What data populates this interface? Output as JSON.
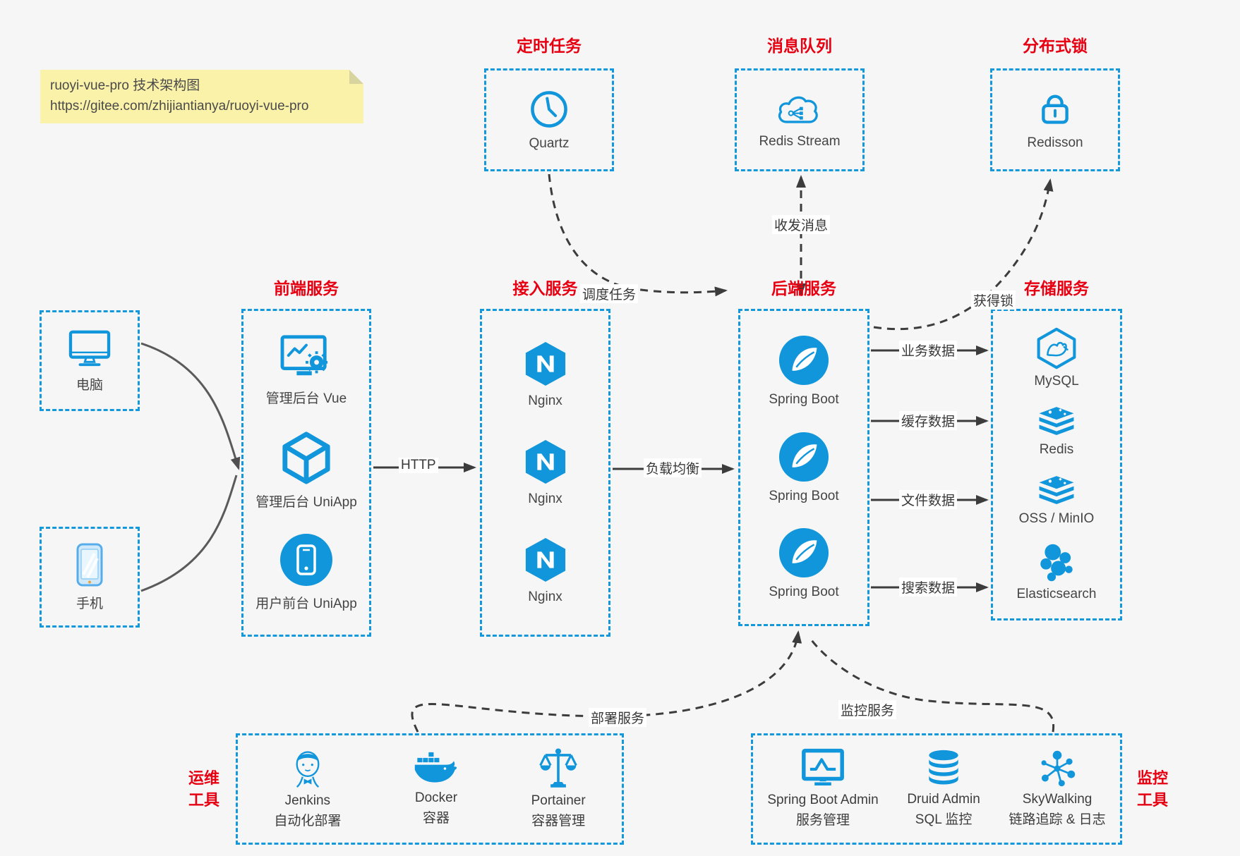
{
  "note": {
    "line1": "ruoyi-vue-pro 技术架构图",
    "line2": "https://gitee.com/zhijiantianya/ruoyi-vue-pro"
  },
  "colors": {
    "accent_blue": "#1296db",
    "title_red": "#e60012",
    "note_yellow": "#fbf2aa",
    "arrow_dark": "#3c3c3c"
  },
  "scheduled": {
    "title": "定时任务",
    "item": "Quartz"
  },
  "mq": {
    "title": "消息队列",
    "item": "Redis Stream"
  },
  "dist_lock": {
    "title": "分布式锁",
    "item": "Redisson"
  },
  "clients": {
    "pc": "电脑",
    "mobile": "手机"
  },
  "frontend": {
    "title": "前端服务",
    "items": [
      {
        "label": "管理后台 Vue"
      },
      {
        "label": "管理后台 UniApp"
      },
      {
        "label": "用户前台 UniApp"
      }
    ]
  },
  "gateway": {
    "title": "接入服务",
    "items": [
      {
        "label": "Nginx"
      },
      {
        "label": "Nginx"
      },
      {
        "label": "Nginx"
      }
    ]
  },
  "backend": {
    "title": "后端服务",
    "items": [
      {
        "label": "Spring Boot"
      },
      {
        "label": "Spring Boot"
      },
      {
        "label": "Spring Boot"
      }
    ]
  },
  "storage": {
    "title": "存储服务",
    "items": [
      {
        "label": "MySQL"
      },
      {
        "label": "Redis"
      },
      {
        "label": "OSS / MinIO"
      },
      {
        "label": "Elasticsearch"
      }
    ]
  },
  "ops": {
    "side_line1": "运维",
    "side_line2": "工具",
    "items": [
      {
        "name": "Jenkins",
        "desc": "自动化部署"
      },
      {
        "name": "Docker",
        "desc": "容器"
      },
      {
        "name": "Portainer",
        "desc": "容器管理"
      }
    ]
  },
  "monitoring": {
    "side_line1": "监控",
    "side_line2": "工具",
    "items": [
      {
        "name": "Spring Boot Admin",
        "desc": "服务管理"
      },
      {
        "name": "Druid Admin",
        "desc": "SQL 监控"
      },
      {
        "name": "SkyWalking",
        "desc": "链路追踪 & 日志"
      }
    ]
  },
  "edges": {
    "schedule": "调度任务",
    "messages": "收发消息",
    "acquire_lock": "获得锁",
    "http": "HTTP",
    "load_balance": "负载均衡",
    "business_data": "业务数据",
    "cache_data": "缓存数据",
    "file_data": "文件数据",
    "search_data": "搜索数据",
    "deploy": "部署服务",
    "monitor": "监控服务"
  }
}
